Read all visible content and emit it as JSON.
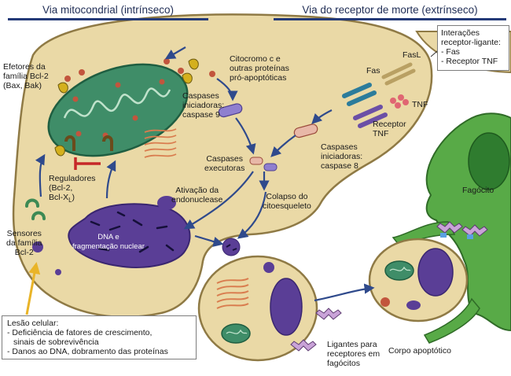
{
  "headers": {
    "intrinsic": "Via mitocondrial (intrínseco)",
    "extrinsic": "Via do receptor de morte (extrínseco)"
  },
  "labels": {
    "effectors": [
      "Efetores da",
      "família Bcl-2",
      "(Bax, Bak)"
    ],
    "cytochrome": [
      "Citocromo c e",
      "outras proteínas",
      "pró-apoptóticas"
    ],
    "initiator9": [
      "Caspases",
      "iniciadoras:",
      "caspase 9"
    ],
    "initiator8": [
      "Caspases",
      "iniciadoras:",
      "caspase 8"
    ],
    "executors": [
      "Caspases",
      "executoras"
    ],
    "regulators_l1": "Reguladores",
    "regulators_l2": "(Bcl-2,",
    "regulators_l3": "Bcl-X",
    "regulators_l3_sub": "L",
    "regulators_l3_end": ")",
    "endonuclease": [
      "Ativação da",
      "endonuclease"
    ],
    "cytoskeleton": [
      "Colapso do",
      "citoesqueleto"
    ],
    "sensors": [
      "Sensores",
      "da família",
      "Bcl-2"
    ],
    "dna": [
      "DNA e",
      "fragmentação nuclear"
    ],
    "fas": "Fas",
    "fasl": "FasL",
    "tnf": "TNF",
    "tnf_receptor": [
      "Receptor",
      "TNF"
    ],
    "phagocyte": "Fagócito",
    "apoptotic_body": "Corpo apoptótico",
    "ligands": [
      "Ligantes para",
      "receptores em",
      "fagócitos"
    ]
  },
  "interactions_box": {
    "title": [
      "Interações",
      "receptor-ligante:"
    ],
    "items": [
      "- Fas",
      "- Receptor TNF"
    ]
  },
  "injury_box": {
    "title": "Lesão celular:",
    "items": [
      "- Deficiência de fatores de crescimento,",
      "sinais de sobrevivência",
      "- Danos ao DNA, dobramento das proteínas"
    ]
  },
  "colors": {
    "cell_fill": "#ead9a6",
    "cell_stroke": "#8f7a45",
    "mito_fill": "#3f8d68",
    "nucleus_fill": "#5a3e96",
    "phagocyte_fill": "#58aa47",
    "arrow": "#2f4a8c",
    "header_rule": "#243a78",
    "injury_arrow": "#e9b428",
    "inhibit": "#c62828"
  }
}
